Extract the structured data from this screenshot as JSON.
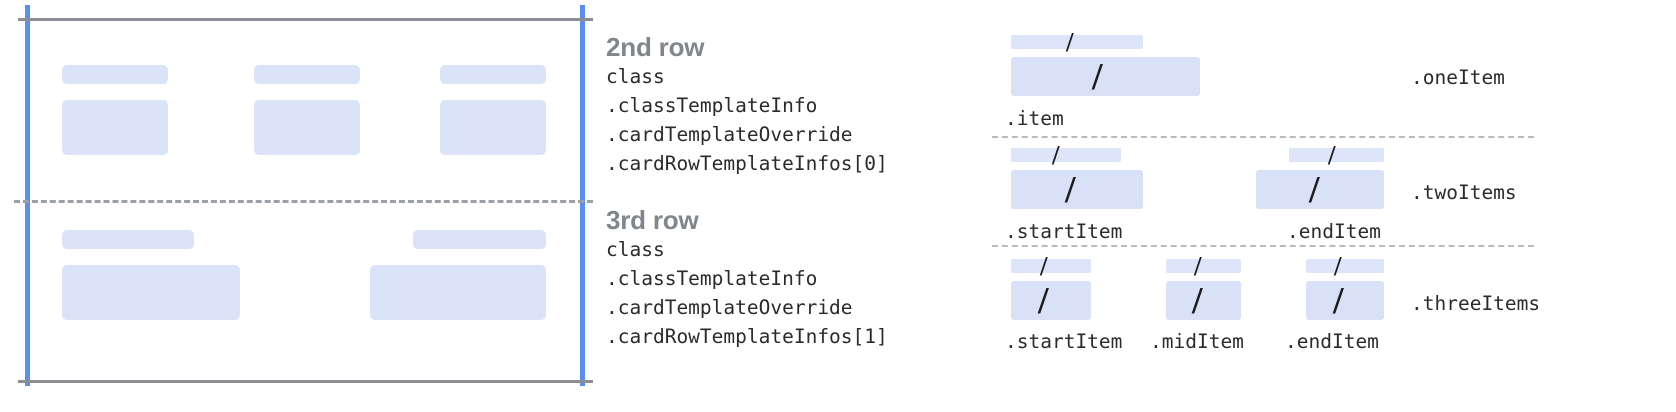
{
  "colors": {
    "block_fill": "#dbe3f8",
    "guide_blue": "#5b8cf0",
    "guide_gray": "#8b8e93",
    "dashed_gray": "#9aa0a6",
    "heading_gray": "#80868b",
    "code_text": "#2b2b2b"
  },
  "card_preview": {
    "description": "Card row layout preview with blue vertical margin guides, gray top/bottom bounds and a dashed row divider",
    "row_2": {
      "cells": [
        {
          "label_bar": true,
          "content_bar": true
        },
        {
          "label_bar": true,
          "content_bar": true
        },
        {
          "label_bar": true,
          "content_bar": true
        }
      ]
    },
    "row_3": {
      "cells": [
        {
          "label_bar": true,
          "content_bar": true
        },
        {
          "label_bar": true,
          "content_bar": true
        }
      ]
    }
  },
  "row_notes": [
    {
      "title": "2nd row",
      "lines": [
        "class",
        ".classTemplateInfo",
        ".cardTemplateOverride",
        ".cardRowTemplateInfos[0]"
      ]
    },
    {
      "title": "3rd row",
      "lines": [
        "class",
        ".classTemplateInfo",
        ".cardTemplateOverride",
        ".cardRowTemplateInfos[1]"
      ]
    }
  ],
  "legend": {
    "rows": [
      {
        "name": ".oneItem",
        "items": [
          {
            "label": ".item",
            "slash": "/"
          }
        ]
      },
      {
        "name": ".twoItems",
        "items": [
          {
            "label": ".startItem",
            "slash": "/"
          },
          {
            "label": ".endItem",
            "slash": "/"
          }
        ]
      },
      {
        "name": ".threeItems",
        "items": [
          {
            "label": ".startItem",
            "slash": "/"
          },
          {
            "label": ".midItem",
            "slash": "/"
          },
          {
            "label": ".endItem",
            "slash": "/"
          }
        ]
      }
    ]
  }
}
